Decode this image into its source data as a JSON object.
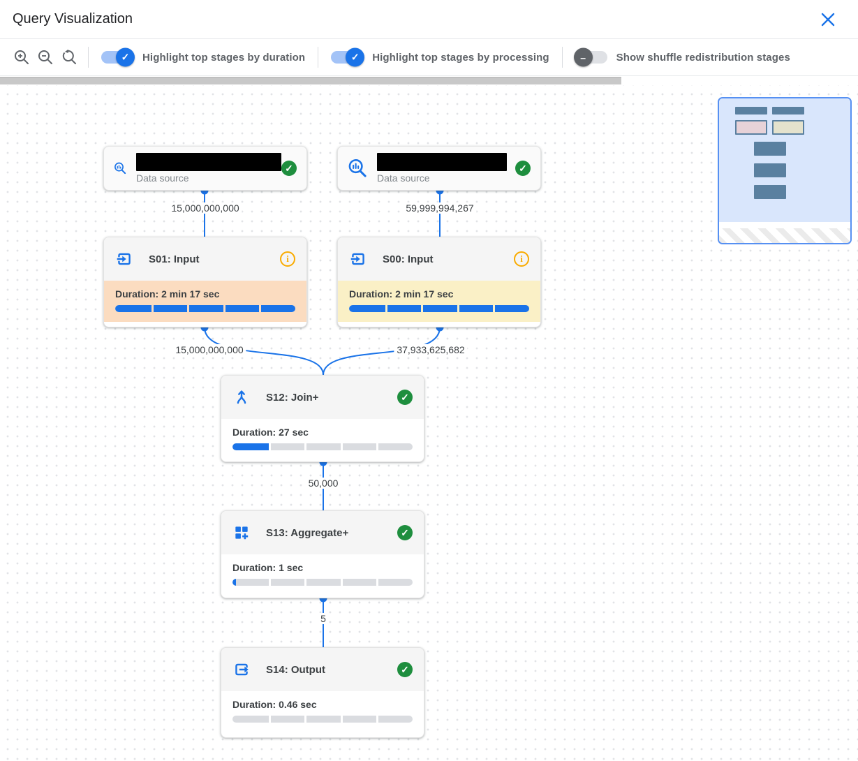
{
  "header": {
    "title": "Query Visualization"
  },
  "icons": {
    "close": "close-x",
    "zoom_in": "magnifier-plus",
    "zoom_out": "magnifier-minus",
    "zoom_reset": "magnifier-reset",
    "check_glyph": "✓",
    "info_glyph": "i",
    "minus_glyph": "–"
  },
  "toolbar": {
    "toggles": [
      {
        "label": "Highlight top stages by duration",
        "on": true,
        "thumb_glyph": "✓"
      },
      {
        "label": "Highlight top stages by processing",
        "on": true,
        "thumb_glyph": "✓"
      },
      {
        "label": "Show shuffle redistribution stages",
        "on": false,
        "thumb_glyph": "–"
      }
    ]
  },
  "graph": {
    "data_sources": [
      {
        "type_label": "Data source",
        "name_redacted": true,
        "status_glyph": "✓"
      },
      {
        "type_label": "Data source",
        "name_redacted": true,
        "status_glyph": "✓"
      }
    ],
    "edges": [
      {
        "label": "15,000,000,000"
      },
      {
        "label": "59,999,994,267"
      },
      {
        "label": "15,000,000,000"
      },
      {
        "label": "37,933,625,682"
      },
      {
        "label": "50,000"
      },
      {
        "label": "5"
      }
    ],
    "stages": [
      {
        "name": "S01: Input",
        "icon": "input-icon",
        "status": "info",
        "status_glyph": "i",
        "duration": "Duration: 2 min 17 sec",
        "progress_pct": 100,
        "highlight": "#fbdcc0"
      },
      {
        "name": "S00: Input",
        "icon": "input-icon",
        "status": "info",
        "status_glyph": "i",
        "duration": "Duration: 2 min 17 sec",
        "progress_pct": 100,
        "highlight": "#faf0c6"
      },
      {
        "name": "S12: Join+",
        "icon": "join-icon",
        "status": "check",
        "status_glyph": "✓",
        "duration": "Duration: 27 sec",
        "progress_pct": 20,
        "highlight": "#ffffff"
      },
      {
        "name": "S13: Aggregate+",
        "icon": "aggregate-icon",
        "status": "check",
        "status_glyph": "✓",
        "duration": "Duration: 1 sec",
        "progress_pct": 2,
        "highlight": "#ffffff"
      },
      {
        "name": "S14: Output",
        "icon": "output-icon",
        "status": "check",
        "status_glyph": "✓",
        "duration": "Duration: 0.46 sec",
        "progress_pct": 0,
        "highlight": "#ffffff"
      }
    ]
  },
  "colors": {
    "accent_blue": "#1a73e8",
    "success_green": "#1e8e3e",
    "warning_orange": "#f9ab00",
    "duration_highlight": "#fbdcc0",
    "processing_highlight": "#faf0c6",
    "toggle_on_track": "#a3c3f7",
    "toggle_off_track": "#dfe1e5"
  }
}
